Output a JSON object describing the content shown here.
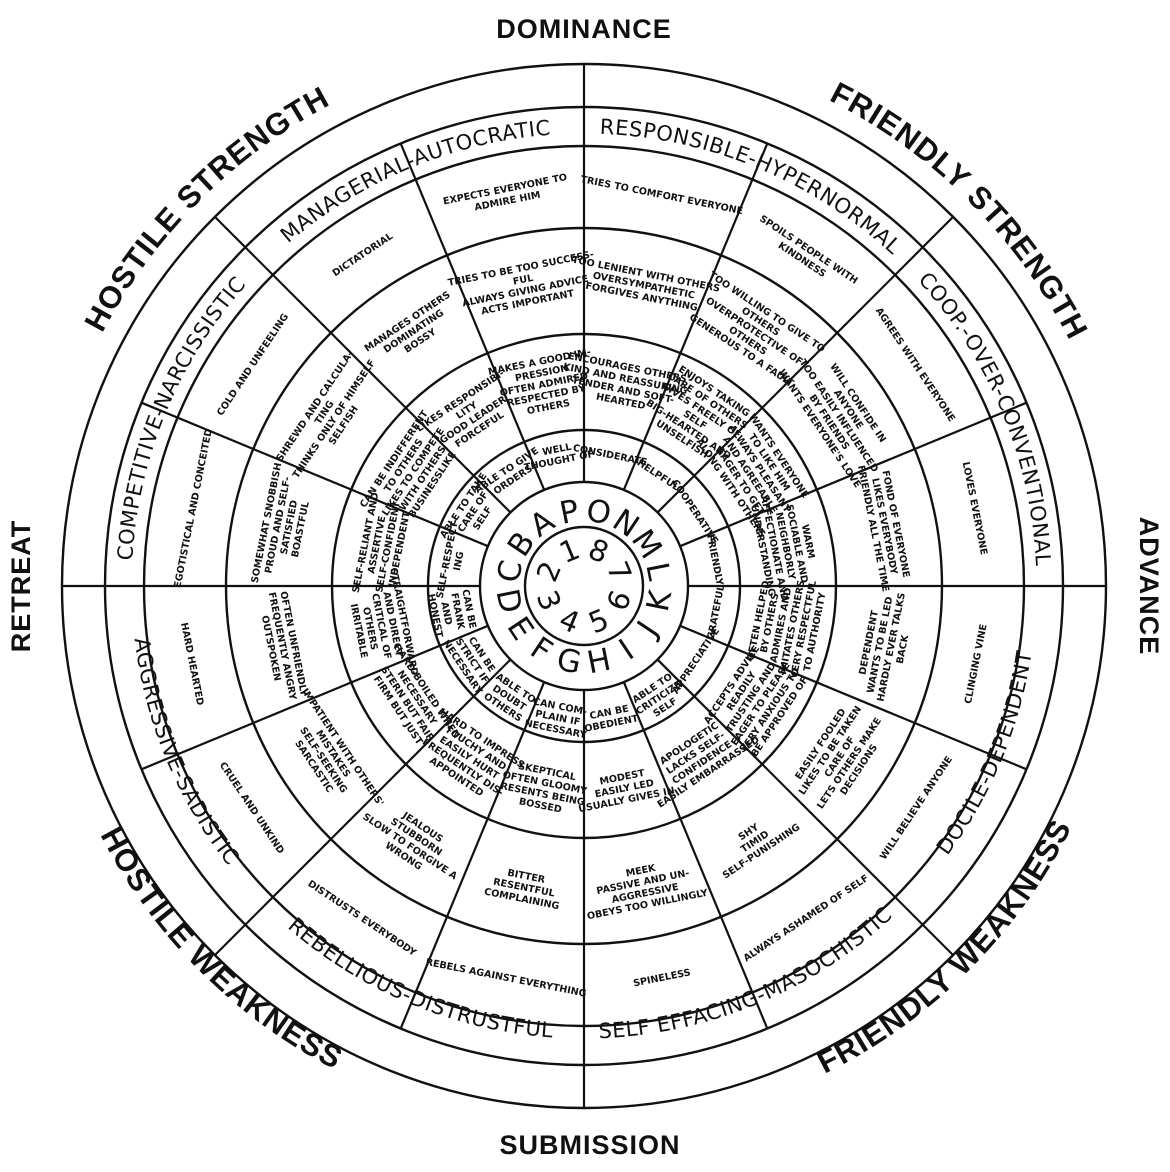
{
  "axis_labels": {
    "top": "DOMINANCE",
    "bottom": "SUBMISSION",
    "left": "RETREAT",
    "right": "ADVANCE"
  },
  "quadrant_labels": [
    {
      "key": "hostile_strength",
      "text": "HOSTILE STRENGTH",
      "angle": 315
    },
    {
      "key": "friendly_strength",
      "text": "FRIENDLY STRENGTH",
      "angle": 45
    },
    {
      "key": "friendly_weakness",
      "text": "FRIENDLY WEAKNESS",
      "angle": 135
    },
    {
      "key": "hostile_weakness",
      "text": "HOSTILE WEAKNESS",
      "angle": 225
    }
  ],
  "octants": [
    {
      "name": "MANAGERIAL-AUTOCRATIC",
      "angle": 337.5,
      "letters": [
        "A",
        "P"
      ],
      "number": "1",
      "cells": {
        "extreme": [
          {
            "lines": [
              "EXPECTS EVERYONE TO",
              "ADMIRE HIM"
            ]
          },
          {
            "lines": [
              "DICTATORIAL"
            ]
          }
        ],
        "strong": [
          {
            "lines": [
              "TRIES TO BE TOO SUCCESS-",
              "FUL",
              "ALWAYS GIVING ADVICE",
              "ACTS IMPORTANT"
            ]
          },
          {
            "lines": [
              "MANAGES OTHERS",
              "DOMINATING",
              "BOSSY"
            ]
          }
        ],
        "moderate": [
          {
            "lines": [
              "MAKES A GOOD IM-",
              "PRESSION",
              "OFTEN ADMIRED",
              "RESPECTED BY",
              "OTHERS"
            ]
          },
          {
            "lines": [
              "LIKES RESPONSIBI-",
              "LITY",
              "GOOD LEADER",
              "FORCEFUL"
            ]
          }
        ],
        "mild": [
          {
            "lines": [
              "WELL",
              "THOUGHT OF"
            ]
          },
          {
            "lines": [
              "ABLE TO GIVE",
              "ORDERS"
            ]
          }
        ]
      }
    },
    {
      "name": "RESPONSIBLE-HYPERNORMAL",
      "angle": 22.5,
      "letters": [
        "O",
        "N"
      ],
      "number": "8",
      "cells": {
        "extreme": [
          {
            "lines": [
              "SPOILS PEOPLE WITH",
              "KINDNESS"
            ]
          },
          {
            "lines": [
              "TRIES TO COMFORT EVERYONE"
            ]
          }
        ],
        "strong": [
          {
            "lines": [
              "TOO WILLING TO GIVE TO",
              "OTHERS",
              "OVERPROTECTIVE OF",
              "OTHERS",
              "GENEROUS TO A FAULT"
            ]
          },
          {
            "lines": [
              "TOO LENIENT WITH OTHERS",
              "OVERSYMPATHETIC",
              "FORGIVES ANYTHING"
            ]
          }
        ],
        "moderate": [
          {
            "lines": [
              "ENJOYS TAKING",
              "CARE OF OTHERS",
              "GIVES FREELY OF",
              "SELF",
              "BIG-HEARTED AND",
              "UNSELFISH"
            ]
          },
          {
            "lines": [
              "ENCOURAGES OTHERS",
              "KIND AND REASSURING",
              "TENDER AND SOFT-",
              "HEARTED"
            ]
          }
        ],
        "mild": [
          {
            "lines": [
              "HELPFUL"
            ]
          },
          {
            "lines": [
              "CONSIDERATE"
            ]
          }
        ]
      }
    },
    {
      "name": "COOP.-OVER-CONVENTIONAL",
      "angle": 67.5,
      "letters": [
        "M",
        "L"
      ],
      "number": "7",
      "cells": {
        "extreme": [
          {
            "lines": [
              "LOVES EVERYONE"
            ]
          },
          {
            "lines": [
              "AGREES WITH EVERYONE"
            ]
          }
        ],
        "strong": [
          {
            "lines": [
              "FOND OF EVERYONE",
              "LIKES EVERYBODY",
              "FRIENDLY ALL THE TIME"
            ]
          },
          {
            "lines": [
              "WILL CONFIDE IN",
              "ANYONE",
              "TOO EASILY INFLUENCED",
              "BY FRIENDS",
              "WANTS EVERYONE'S LOVE"
            ]
          }
        ],
        "moderate": [
          {
            "lines": [
              "WARM",
              "SOCIABLE AND",
              "NEIGHBORLY",
              "AFFECTIONATE AND",
              "UNDERSTANDING"
            ]
          },
          {
            "lines": [
              "WANTS EVERYONE",
              "TO LIKE HIM",
              "ALWAYS PLEASANT",
              "AND AGREEABLE",
              "EAGER TO GET",
              "ALONG WITH OTHERS"
            ]
          }
        ],
        "mild": [
          {
            "lines": [
              "FRIENDLY"
            ]
          },
          {
            "lines": [
              "COOPERATIVE"
            ]
          }
        ]
      }
    },
    {
      "name": "DOCILE-DEPENDENT",
      "angle": 112.5,
      "letters": [
        "K",
        "J"
      ],
      "number": "6",
      "cells": {
        "extreme": [
          {
            "lines": [
              "WILL BELIEVE ANYONE"
            ]
          },
          {
            "lines": [
              "CLINGING VINE"
            ]
          }
        ],
        "strong": [
          {
            "lines": [
              "EASILY FOOLED",
              "LIKES TO BE TAKEN",
              "CARE OF",
              "LETS OTHERS MAKE",
              "DECISIONS"
            ]
          },
          {
            "lines": [
              "DEPENDENT",
              "WANTS TO BE LED",
              "HARDLY EVER TALKS",
              "BACK"
            ]
          }
        ],
        "moderate": [
          {
            "lines": [
              "ACCEPTS ADVICE",
              "READILY",
              "TRUSTING AND",
              "EAGER TO PLEASE",
              "VERY ANXIOUS TO",
              "BE APPROVED OF"
            ]
          },
          {
            "lines": [
              "OFTEN HELPED",
              "BY OTHERS",
              "ADMIRES AND",
              "IMITATES OTHERS",
              "VERY RESPECTFUL",
              "TO AUTHORITY"
            ]
          }
        ],
        "mild": [
          {
            "lines": [
              "APPRECIATIVE"
            ]
          },
          {
            "lines": [
              "GRATEFUL"
            ]
          }
        ]
      }
    },
    {
      "name": "SELF EFFACING-MASOCHISTIC",
      "angle": 157.5,
      "letters": [
        "I",
        "H"
      ],
      "number": "5",
      "cells": {
        "extreme": [
          {
            "lines": [
              "SPINELESS"
            ]
          },
          {
            "lines": [
              "ALWAYS ASHAMED OF SELF"
            ]
          }
        ],
        "strong": [
          {
            "lines": [
              "MEEK",
              "PASSIVE AND UN-",
              "AGGRESSIVE",
              "OBEYS TOO WILLINGLY"
            ]
          },
          {
            "lines": [
              "SHY",
              "TIMID",
              "SELF-PUNISHING"
            ]
          }
        ],
        "moderate": [
          {
            "lines": [
              "MODEST",
              "EASILY LED",
              "USUALLY GIVES IN"
            ]
          },
          {
            "lines": [
              "APOLOGETIC",
              "LACKS SELF-",
              "CONFIDENCE",
              "EASILY EMBARRASSED"
            ]
          }
        ],
        "mild": [
          {
            "lines": [
              "CAN BE",
              "OBEDIENT"
            ]
          },
          {
            "lines": [
              "ABLE TO",
              "CRITICIZE",
              "SELF"
            ]
          }
        ]
      }
    },
    {
      "name": "REBELLIOUS-DISTRUSTFUL",
      "angle": 202.5,
      "letters": [
        "G",
        "F"
      ],
      "number": "4",
      "cells": {
        "extreme": [
          {
            "lines": [
              "DISTRUSTS EVERYBODY"
            ]
          },
          {
            "lines": [
              "REBELS AGAINST EVERYTHING"
            ]
          }
        ],
        "strong": [
          {
            "lines": [
              "JEALOUS",
              "STUBBORN",
              "SLOW TO FORGIVE A",
              "WRONG"
            ]
          },
          {
            "lines": [
              "BITTER",
              "RESENTFUL",
              "COMPLAINING"
            ]
          }
        ],
        "moderate": [
          {
            "lines": [
              "HARD TO IMPRESS",
              "TOUCHY AND",
              "EASILY HURT",
              "FREQUENTLY DIS-",
              "APPOINTED"
            ]
          },
          {
            "lines": [
              "SKEPTICAL",
              "OFTEN GLOOMY",
              "RESENTS BEING",
              "BOSSED"
            ]
          }
        ],
        "mild": [
          {
            "lines": [
              "ABLE TO",
              "DOUBT",
              "OTHERS"
            ]
          },
          {
            "lines": [
              "CAN COM-",
              "PLAIN IF",
              "NECESSARY"
            ]
          }
        ]
      }
    },
    {
      "name": "AGGRESSIVE-SADISTIC",
      "angle": 247.5,
      "letters": [
        "E",
        "D"
      ],
      "number": "3",
      "cells": {
        "extreme": [
          {
            "lines": [
              "HARD HEARTED"
            ]
          },
          {
            "lines": [
              "CRUEL AND UNKIND"
            ]
          }
        ],
        "strong": [
          {
            "lines": [
              "OFTEN UNFRIENDLY",
              "FREQUENTLY ANGRY",
              "OUTSPOKEN"
            ]
          },
          {
            "lines": [
              "IMPATIENT WITH OTHERS'",
              "MISTAKES",
              "SELF-SEEKING",
              "SARCASTIC"
            ]
          }
        ],
        "moderate": [
          {
            "lines": [
              "STRAIGHTFORWARD",
              "AND DIRECT",
              "CRITICAL OF",
              "OTHERS",
              "IRRITABLE"
            ]
          },
          {
            "lines": [
              "HARD-BOILED WHEN",
              "NECESSARY",
              "STERN BUT FAIR",
              "FIRM BUT JUST"
            ]
          }
        ],
        "mild": [
          {
            "lines": [
              "CAN BE",
              "FRANK",
              "AND",
              "HONEST"
            ]
          },
          {
            "lines": [
              "CAN BE",
              "STRICT IF",
              "NECESSARY"
            ]
          }
        ]
      }
    },
    {
      "name": "COMPETITIVE-NARCISSISTIC",
      "angle": 292.5,
      "letters": [
        "C",
        "B"
      ],
      "number": "2",
      "cells": {
        "extreme": [
          {
            "lines": [
              "COLD AND UNFEELING"
            ]
          },
          {
            "lines": [
              "EGOTISTICAL AND CONCEITED"
            ]
          }
        ],
        "strong": [
          {
            "lines": [
              "SHREWD AND CALCULA-",
              "TING",
              "THINKS ONLY OF HIMSELF",
              "SELFISH"
            ]
          },
          {
            "lines": [
              "SOMEWHAT SNOBBISH",
              "PROUD AND SELF-",
              "SATISFIED",
              "BOASTFUL"
            ]
          }
        ],
        "moderate": [
          {
            "lines": [
              "CAN BE INDIFFERENT",
              "TO OTHERS",
              "LIKES TO COMPETE",
              "WITH OTHERS",
              "BUSINESSLIKE"
            ]
          },
          {
            "lines": [
              "SELF-RELIANT AND",
              "ASSERTIVE",
              "SELF-CONFIDENT",
              "INDEPENDENT"
            ]
          }
        ],
        "mild": [
          {
            "lines": [
              "ABLE TO TAKE",
              "CARE OF",
              "SELF"
            ]
          },
          {
            "lines": [
              "SELF-RESPECT-",
              "ING"
            ]
          }
        ]
      }
    }
  ]
}
